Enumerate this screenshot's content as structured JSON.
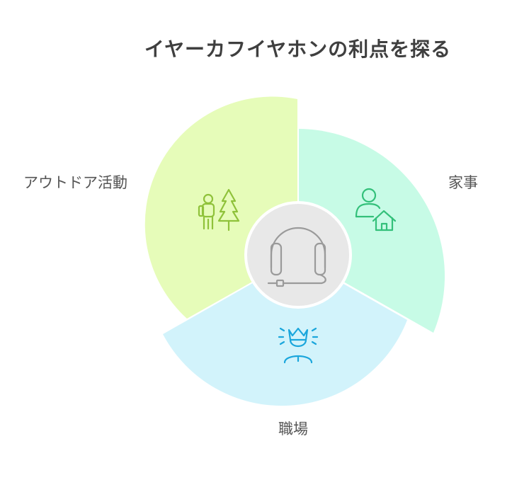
{
  "title": "イヤーカフイヤホンの利点を探る",
  "segments": [
    {
      "key": "outdoor",
      "label": "アウトドア活動",
      "icon": "hiker-tree-icon",
      "fill": "#e6fcb9",
      "stroke": "#8fc23a"
    },
    {
      "key": "housework",
      "label": "家事",
      "icon": "person-house-icon",
      "fill": "#c7fbe6",
      "stroke": "#33c07a"
    },
    {
      "key": "workplace",
      "label": "職場",
      "icon": "crowned-person-icon",
      "fill": "#d2f3fb",
      "stroke": "#1aa6dc"
    }
  ],
  "center": {
    "icon": "headset-icon",
    "fill": "#e8e8e8",
    "stroke": "#9a9a9a"
  }
}
